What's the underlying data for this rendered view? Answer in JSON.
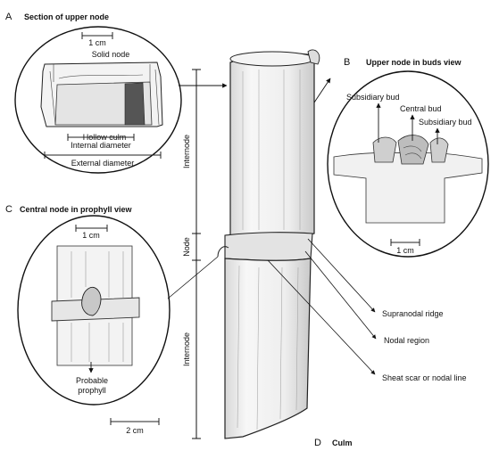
{
  "panels": {
    "a": {
      "letter": "A",
      "title": "Section of upper node"
    },
    "b": {
      "letter": "B",
      "title": "Upper node in buds view"
    },
    "c": {
      "letter": "C",
      "title": "Central node in prophyll view"
    },
    "d": {
      "letter": "D",
      "title": "Culm"
    }
  },
  "labels": {
    "scale_1cm": "1 cm",
    "scale_2cm": "2 cm",
    "solid_node": "Solid node",
    "hollow_culm": "Hollow culm",
    "internal_diameter": "Internal diameter",
    "external_diameter": "External diameter",
    "subsidiary_bud": "Subsidiary bud",
    "central_bud": "Central bud",
    "probable_prophyll_1": "Probable",
    "probable_prophyll_2": "prophyll",
    "internode": "Internode",
    "node": "Node",
    "supranodal_ridge": "Supranodal ridge",
    "nodal_region": "Nodal region",
    "sheath_scar": "Sheat scar or nodal line"
  }
}
